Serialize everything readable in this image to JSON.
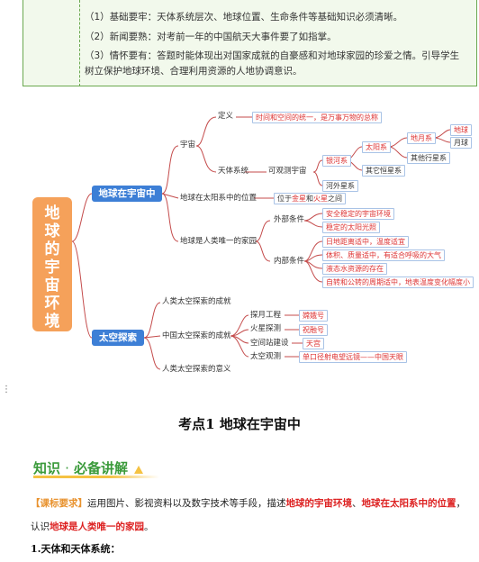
{
  "requirements": {
    "lines": [
      "（1）基础要牢：天体系统层次、地球位置、生命条件等基础知识必须清晰。",
      "（2）新闻要熟：对考前一年的中国航天大事件要了如指掌。",
      "（3）情怀要有：答题时能体现出对国家成就的自豪感和对地球家园的珍爱之情。引导学生",
      "树立保护地球环境、合理利用资源的人地协调意识。"
    ]
  },
  "mindmap": {
    "root_chars": [
      "地",
      "球",
      "的",
      "宇",
      "宙",
      "环",
      "境"
    ],
    "branch1": "地球在宇宙中",
    "branch2": "太空探索",
    "yuzhou": "宇宙",
    "dingyi": "定义",
    "dingyi_leaf": "时间和空间的统一，是万事万物的总称",
    "tiantixitong": "天体系统",
    "kguance": "可观测宇宙",
    "yinhexi": "银河系",
    "taiyangxi": "太阳系",
    "diyuexi": "地月系",
    "diqiu": "地球",
    "yueqiu": "月球",
    "qitaxingxingxi": "其他行星系",
    "qitahengxingxi": "其它恒星系",
    "hewaixingxi": "河外星系",
    "pos_label": "地球在太阳系中的位置",
    "pos_leaf_prefix": "位于",
    "pos_leaf_jin": "金星",
    "pos_leaf_he": "和",
    "pos_leaf_huo": "火星",
    "pos_leaf_suffix": "之间",
    "weiyi": "地球是人类唯一的家园",
    "waibu": "外部条件",
    "waibu_leaves": [
      "安全稳定的宇宙环境",
      "稳定的太阳光照"
    ],
    "neibu": "内部条件",
    "neibu_leaves": [
      "日地距离适中，温度适宜",
      "体积、质量适中，有适合呼吸的大气",
      "液态水资源的存在",
      "自转和公转的周期适中，地表温度变化幅度小"
    ],
    "chengjiu": "人类太空探索的成就",
    "zhongguo": "中国太空探索的成就",
    "yiyi": "人类太空探索的意义",
    "tanyue": "探月工程",
    "tanyue_leaf": "嫦娥号",
    "huoxing": "火星探测",
    "huoxing_leaf": "祝融号",
    "kongjianzhan": "空间站建设",
    "kongjianzhan_leaf": "天宫",
    "taikong": "太空观测",
    "taikong_leaf": "单口径射电望远镜——中国天眼"
  },
  "section": {
    "title": "考点1   地球在宇宙中",
    "banner_word1": "知识",
    "banner_dot": "·",
    "banner_word2": "必备讲解",
    "req_tag": "【课标要求】",
    "req_text1": "运用图片、影视资料以及数字技术等手段，描述",
    "req_red1": "地球的宇宙环境",
    "req_sep": "、",
    "req_red2": "地球在太阳系中的位置",
    "req_comma": "，",
    "req_text2": "认识",
    "req_red3": "地球是人类唯一的家园",
    "req_end": "。",
    "sub_heading": "1.天体和天体系统："
  },
  "colors": {
    "branch": "#3d7fd6",
    "root": "#f5a15a",
    "table_border": "#6aa84f",
    "line": "#c44b4b"
  }
}
